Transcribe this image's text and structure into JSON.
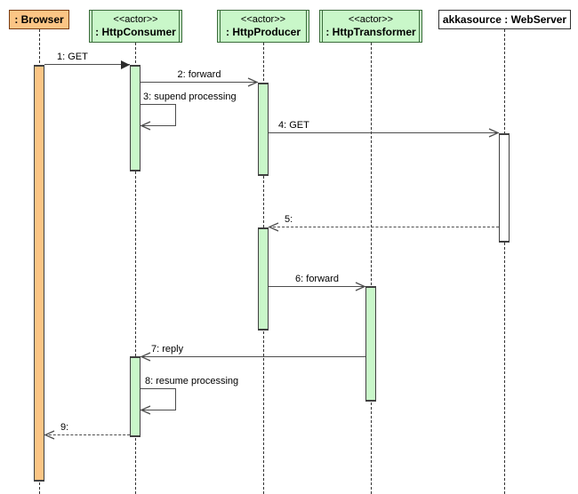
{
  "diagram_type": "uml-sequence-diagram",
  "participants": [
    {
      "id": "browser",
      "stereotype": "",
      "name": ": Browser"
    },
    {
      "id": "consumer",
      "stereotype": "<<actor>>",
      "name": ": HttpConsumer"
    },
    {
      "id": "producer",
      "stereotype": "<<actor>>",
      "name": ": HttpProducer"
    },
    {
      "id": "transformer",
      "stereotype": "<<actor>>",
      "name": ": HttpTransformer"
    },
    {
      "id": "webserver",
      "stereotype": "",
      "name": "akkasource : WebServer"
    }
  ],
  "messages": [
    {
      "label": "1: GET",
      "from": "browser",
      "to": "consumer",
      "kind": "sync-solid-filled-arrow"
    },
    {
      "label": "2: forward",
      "from": "consumer",
      "to": "producer",
      "kind": "solid-open-arrow"
    },
    {
      "label": "3: supend processing",
      "from": "consumer",
      "to": "consumer",
      "kind": "self-message"
    },
    {
      "label": "4: GET",
      "from": "producer",
      "to": "webserver",
      "kind": "solid-open-arrow"
    },
    {
      "label": "5:",
      "from": "webserver",
      "to": "producer",
      "kind": "dashed-reply-open-arrow"
    },
    {
      "label": "6: forward",
      "from": "producer",
      "to": "transformer",
      "kind": "solid-open-arrow"
    },
    {
      "label": "7: reply",
      "from": "transformer",
      "to": "consumer",
      "kind": "solid-open-arrow"
    },
    {
      "label": "8: resume processing",
      "from": "consumer",
      "to": "consumer",
      "kind": "self-message"
    },
    {
      "label": "9:",
      "from": "consumer",
      "to": "browser",
      "kind": "dashed-reply-open-arrow"
    }
  ],
  "colors": {
    "participant_orange_fill": "#fbc585",
    "participant_orange_border": "#7a3b10",
    "participant_green_fill": "#c9f7c9",
    "participant_green_border": "#3a6b3a",
    "activation_border": "#404040",
    "message_line": "#4d4d4d",
    "lifeline": "#333333",
    "background": "#ffffff",
    "text": "#000000"
  }
}
